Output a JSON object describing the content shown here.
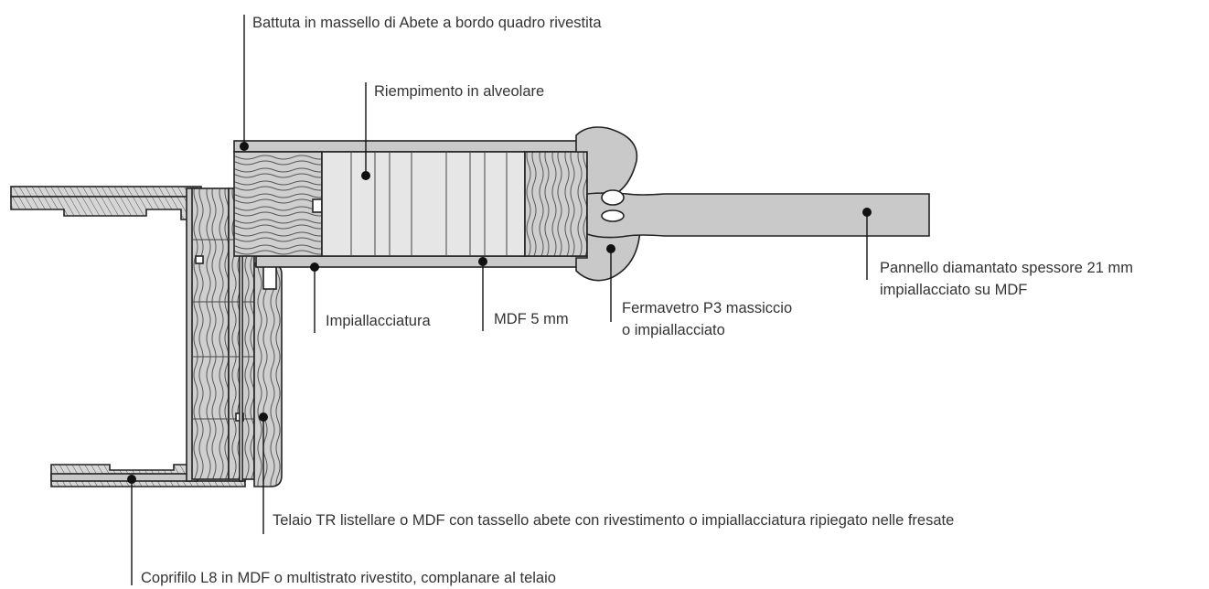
{
  "labels": {
    "battuta": "Battuta in massello di Abete a bordo quadro rivestita",
    "riempimento": "Riempimento in alveolare",
    "pannello_line1": "Pannello diamantato spessore 21 mm",
    "pannello_line2": "impiallacciato su MDF",
    "fermavetro_line1": "Fermavetro P3 massiccio",
    "fermavetro_line2": "o impiallacciato",
    "impiallacciatura": "Impiallacciatura",
    "mdf": "MDF 5 mm",
    "telaio": "Telaio TR listellare o MDF con tassello abete con rivestimento o impiallacciatura ripiegato nelle fresate",
    "coprifilo": "Coprifilo L8 in MDF o multistrato rivestito, complanare al telaio"
  },
  "colors": {
    "stroke": "#222222",
    "panel_grey": "#c9c9c9",
    "honeycomb": "#e6e6e6",
    "label_text": "#333333"
  }
}
